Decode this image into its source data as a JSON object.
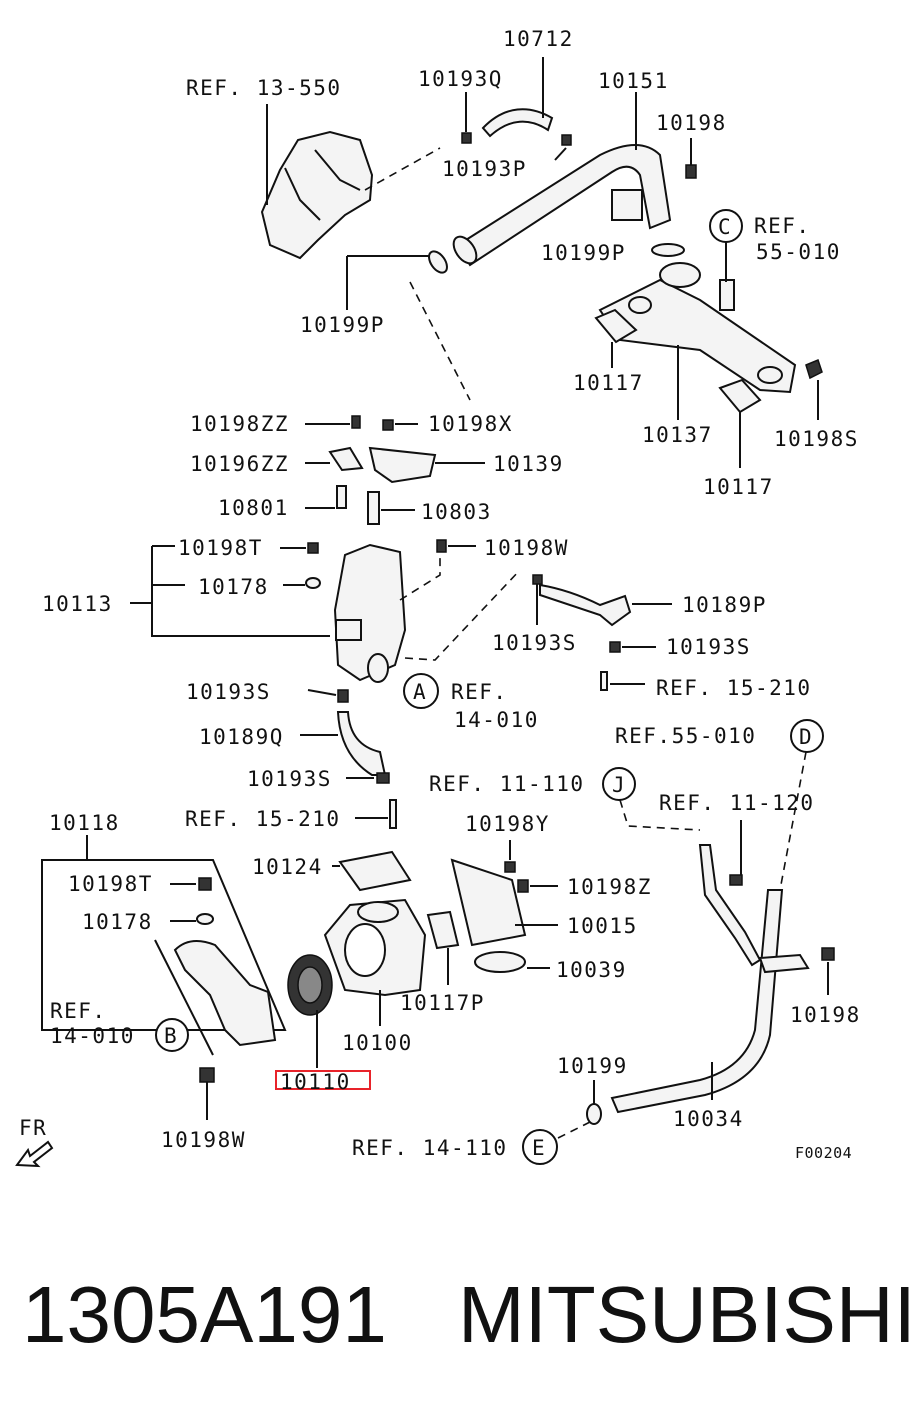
{
  "labels": {
    "l_10712": "10712",
    "l_ref13550": "REF. 13-550",
    "l_10193q": "10193Q",
    "l_10151": "10151",
    "l_10198_top": "10198",
    "l_10193p": "10193P",
    "l_ref55010_a": "REF.",
    "l_ref55010_b": "55-010",
    "l_10199p_a": "10199P",
    "l_10199p_b": "10199P",
    "l_10117_a": "10117",
    "l_10137": "10137",
    "l_10198s": "10198S",
    "l_10117_b": "10117",
    "l_10198zz": "10198ZZ",
    "l_10198x": "10198X",
    "l_10196zz": "10196ZZ",
    "l_10139": "10139",
    "l_10801": "10801",
    "l_10803": "10803",
    "l_10198t_a": "10198T",
    "l_10198w_a": "10198W",
    "l_10113": "10113",
    "l_10178_a": "10178",
    "l_10189p": "10189P",
    "l_10193s_a": "10193S",
    "l_10193s_b": "10193S",
    "l_10193s_c": "10193S",
    "l_ref14010_a": "REF.",
    "l_ref14010_b": "14-010",
    "l_ref15210_a": "REF. 15-210",
    "l_10189q": "10189Q",
    "l_ref55010_c": "REF.55-010",
    "l_10193s_d": "10193S",
    "l_ref11110": "REF. 11-110",
    "l_ref11120": "REF. 11-120",
    "l_10118": "10118",
    "l_ref15210_b": "REF. 15-210",
    "l_10198y": "10198Y",
    "l_10124": "10124",
    "l_10198z": "10198Z",
    "l_10198t_b": "10198T",
    "l_10015": "10015",
    "l_10178_b": "10178",
    "l_10039": "10039",
    "l_ref14010_c": "REF.",
    "l_ref14010_d": "14-010",
    "l_10117p": "10117P",
    "l_10198_r": "10198",
    "l_10100": "10100",
    "l_10110": "10110",
    "l_10199": "10199",
    "l_10034": "10034",
    "l_10198w_b": "10198W",
    "l_ref14110": "REF. 14-110",
    "l_fr": "FR",
    "l_code": "F00204"
  },
  "callouts": {
    "c_C": "C",
    "c_A": "A",
    "c_D": "D",
    "c_J": "J",
    "c_B": "B",
    "c_E": "E"
  },
  "highlight_color": "#e8232a",
  "footer": {
    "part_number": "1305A191",
    "brand": "MITSUBISHI"
  }
}
